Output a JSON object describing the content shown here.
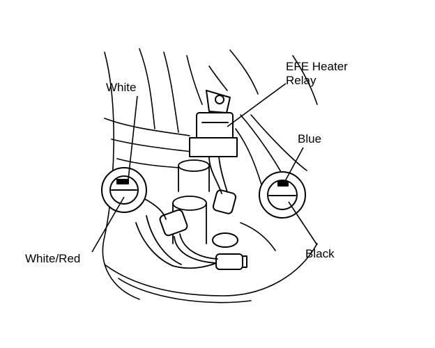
{
  "labels": {
    "relay_line1": "EFE Heater",
    "relay_line2": "Relay",
    "white": "White",
    "blue": "Blue",
    "white_red": "White/Red",
    "black": "Black"
  }
}
